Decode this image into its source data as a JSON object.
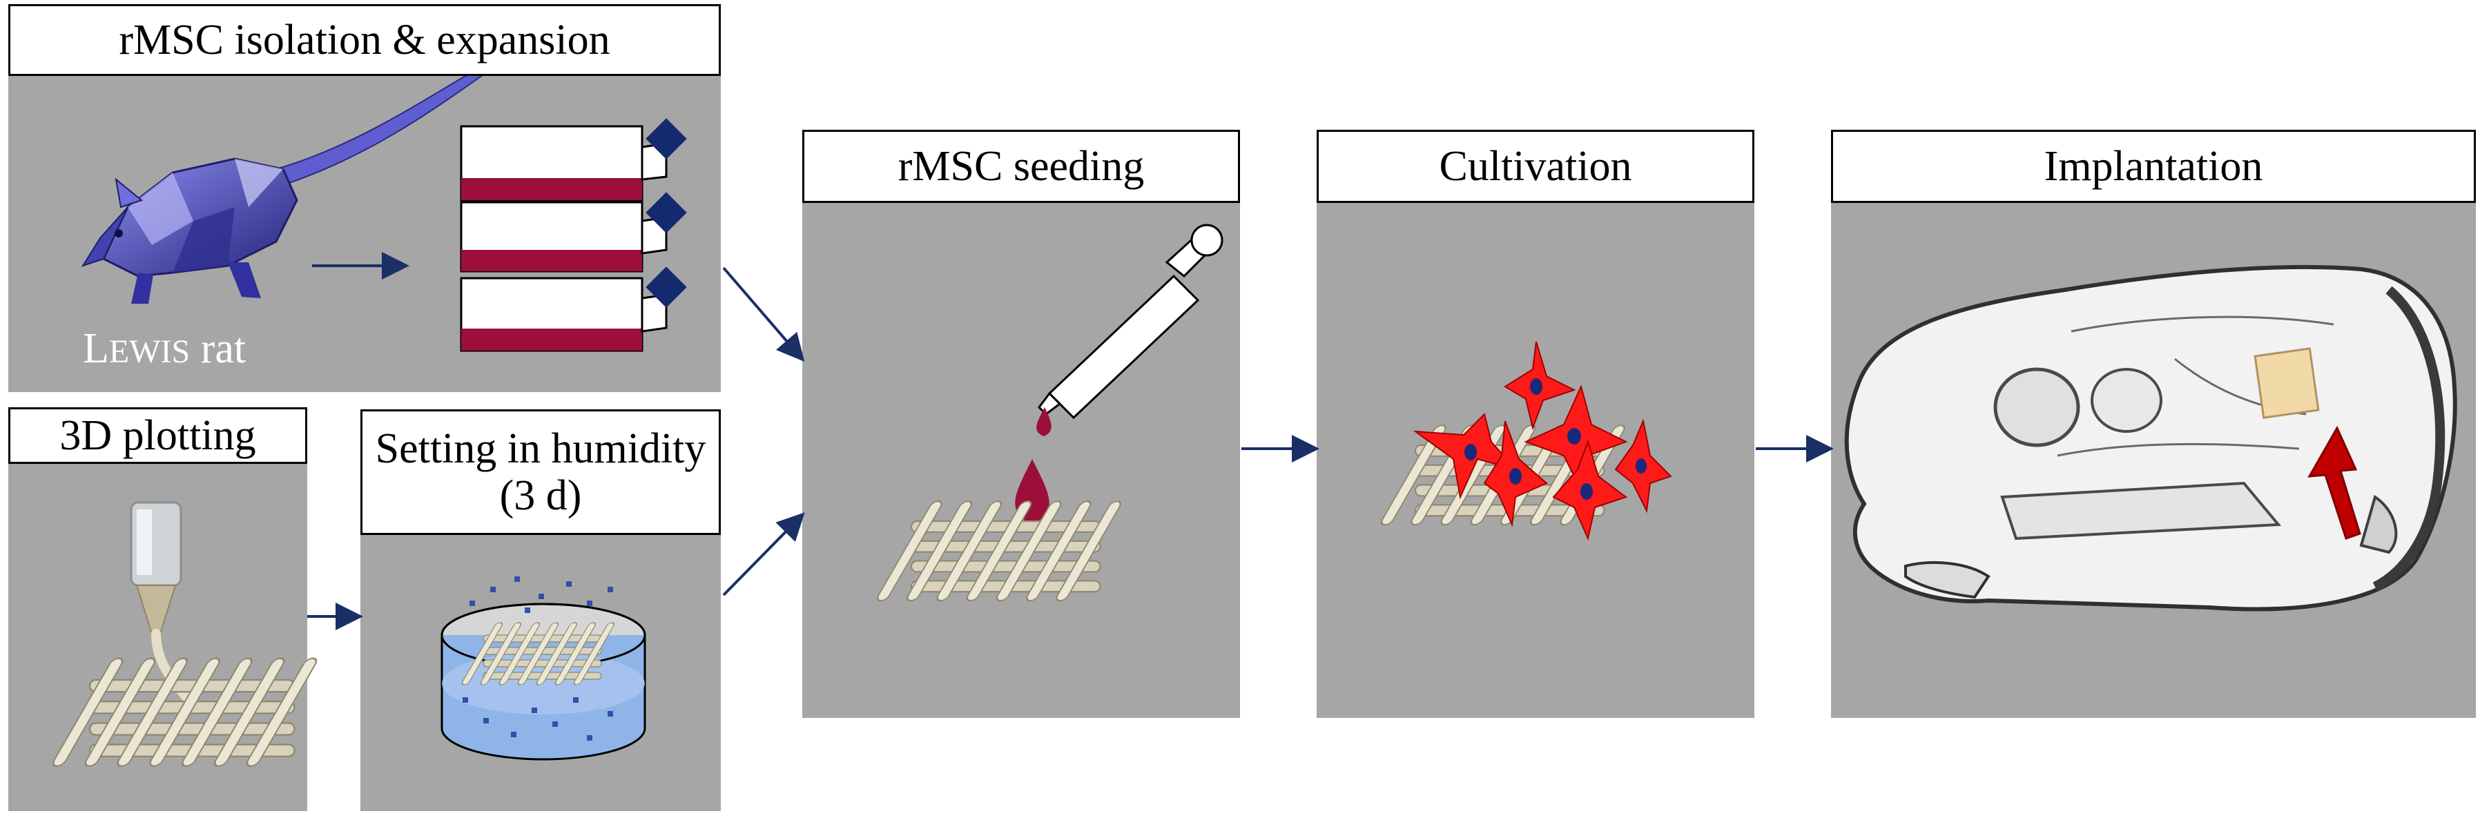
{
  "steps": {
    "isolation": "rMSC isolation & expansion",
    "plotting": "3D plotting",
    "setting": "Setting in humidity (3 d)",
    "seeding": "rMSC seeding",
    "cultivation": "Cultivation",
    "implantation": "Implantation"
  },
  "rat_caption": {
    "initial": "L",
    "rest": "EWIS",
    "suffix": " rat"
  },
  "colors": {
    "panel": "#a6a6a6",
    "arrow": "#1a2f66",
    "flask_stripe": "#9b0f3a",
    "flask_cap": "#142a6e",
    "rat": "#3a3aa8",
    "scaffold": "#ddd8c4",
    "drop": "#9b0f3a",
    "cells": "#ff1a1a",
    "nucleus": "#1a2a7a",
    "water": "#8fb4e8",
    "implant": "#f2d9a8",
    "implant_arrow": "#c00000"
  },
  "icons": [
    "rat-illustration",
    "culture-flask-icon",
    "pipette-icon",
    "scaffold-icon",
    "petri-dish-icon",
    "skull-illustration"
  ]
}
